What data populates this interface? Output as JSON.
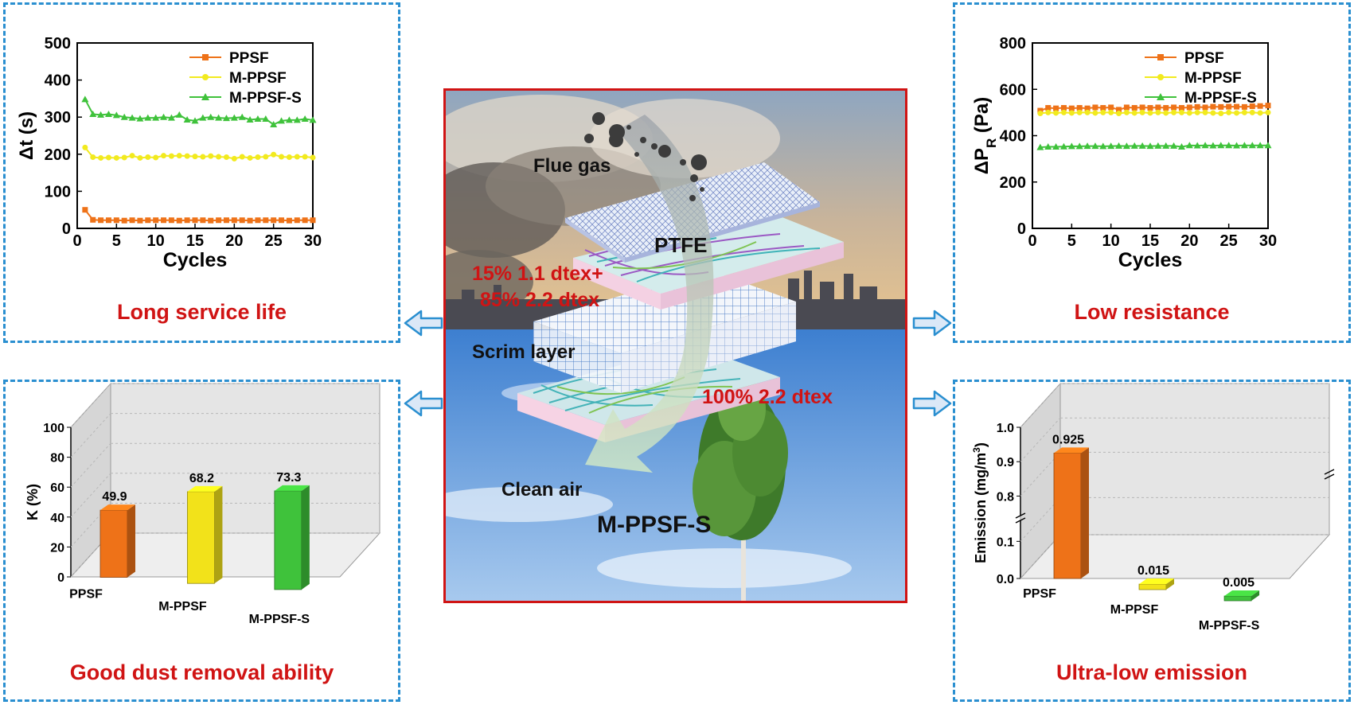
{
  "center": {
    "labels": {
      "flue_gas": "Flue gas",
      "ptfe": "PTFE",
      "mix_line1": "15% 1.1 dtex+",
      "mix_line2": "85% 2.2 dtex",
      "scrim": "Scrim layer",
      "base": "100% 2.2 dtex",
      "clean_air": "Clean air",
      "product": "M-PPSF-S"
    }
  },
  "captions": {
    "tl": "Long service life",
    "tr": "Low resistance",
    "bl": "Good dust removal ability",
    "br": "Ultra-low emission"
  },
  "colors": {
    "ppsf": "#ee7218",
    "mppsf": "#f2ea1e",
    "mppsfs": "#3fc23b",
    "accent": "#d01414",
    "border": "#2a8fd0"
  },
  "chart_data": [
    {
      "id": "dt",
      "type": "line",
      "xlabel": "Cycles",
      "ylabel": "Δt (s)",
      "xlim": [
        0,
        30
      ],
      "ylim": [
        0,
        500
      ],
      "xticks": [
        0,
        5,
        10,
        15,
        20,
        25,
        30
      ],
      "yticks": [
        0,
        100,
        200,
        300,
        400,
        500
      ],
      "legend": "top-right",
      "x": [
        1,
        2,
        3,
        4,
        5,
        6,
        7,
        8,
        9,
        10,
        11,
        12,
        13,
        14,
        15,
        16,
        17,
        18,
        19,
        20,
        21,
        22,
        23,
        24,
        25,
        26,
        27,
        28,
        29,
        30
      ],
      "series": [
        {
          "name": "PPSF",
          "marker": "square",
          "color": "#ee7218",
          "values": [
            50,
            23,
            22,
            22,
            22,
            21,
            22,
            21,
            22,
            22,
            22,
            22,
            21,
            22,
            22,
            22,
            21,
            22,
            22,
            22,
            22,
            21,
            22,
            22,
            22,
            22,
            21,
            22,
            22,
            22
          ]
        },
        {
          "name": "M-PPSF",
          "marker": "circle",
          "color": "#f2ea1e",
          "values": [
            218,
            192,
            190,
            191,
            190,
            191,
            196,
            190,
            192,
            191,
            196,
            195,
            196,
            195,
            194,
            193,
            195,
            193,
            192,
            188,
            193,
            190,
            192,
            193,
            199,
            193,
            192,
            193,
            193,
            191
          ]
        },
        {
          "name": "M-PPSF-S",
          "marker": "triangle",
          "color": "#3fc23b",
          "values": [
            348,
            308,
            306,
            308,
            305,
            300,
            298,
            296,
            298,
            298,
            300,
            298,
            306,
            293,
            290,
            298,
            300,
            298,
            297,
            298,
            300,
            293,
            295,
            295,
            280,
            290,
            292,
            292,
            295,
            292
          ]
        }
      ]
    },
    {
      "id": "dp",
      "type": "line",
      "xlabel": "Cycles",
      "ylabel": "ΔP",
      "ylabel_sub": "R",
      "ylabel_unit": " (Pa)",
      "xlim": [
        0,
        30
      ],
      "ylim": [
        0,
        800
      ],
      "xticks": [
        0,
        5,
        10,
        15,
        20,
        25,
        30
      ],
      "yticks": [
        0,
        200,
        400,
        600,
        800
      ],
      "legend": "top-right",
      "x": [
        1,
        2,
        3,
        4,
        5,
        6,
        7,
        8,
        9,
        10,
        11,
        12,
        13,
        14,
        15,
        16,
        17,
        18,
        19,
        20,
        21,
        22,
        23,
        24,
        25,
        26,
        27,
        28,
        29,
        30
      ],
      "series": [
        {
          "name": "PPSF",
          "marker": "square",
          "color": "#ee7218",
          "values": [
            508,
            520,
            518,
            520,
            518,
            520,
            518,
            522,
            520,
            522,
            512,
            522,
            520,
            522,
            520,
            522,
            520,
            522,
            520,
            522,
            524,
            522,
            525,
            524,
            525,
            525,
            524,
            527,
            528,
            530
          ]
        },
        {
          "name": "M-PPSF",
          "marker": "circle",
          "color": "#f2ea1e",
          "values": [
            496,
            500,
            498,
            500,
            498,
            500,
            500,
            498,
            500,
            500,
            496,
            500,
            498,
            500,
            498,
            500,
            498,
            500,
            500,
            498,
            500,
            500,
            498,
            496,
            500,
            498,
            500,
            500,
            498,
            500
          ]
        },
        {
          "name": "M-PPSF-S",
          "marker": "triangle",
          "color": "#3fc23b",
          "values": [
            350,
            352,
            352,
            353,
            354,
            354,
            355,
            355,
            354,
            355,
            356,
            355,
            356,
            356,
            355,
            356,
            356,
            356,
            352,
            358,
            357,
            358,
            357,
            358,
            358,
            357,
            358,
            358,
            358,
            358
          ]
        }
      ]
    },
    {
      "id": "k",
      "type": "bar",
      "ylabel": "K (%)",
      "ylim": [
        0,
        100
      ],
      "yticks": [
        0,
        20,
        40,
        60,
        80,
        100
      ],
      "categories": [
        "PPSF",
        "M-PPSF",
        "M-PPSF-S"
      ],
      "values": [
        49.9,
        68.2,
        73.3
      ],
      "value_labels": [
        "49.9",
        "68.2",
        "73.3"
      ],
      "colors": [
        "#ee7218",
        "#f2e21a",
        "#3fc23b"
      ]
    },
    {
      "id": "em",
      "type": "bar",
      "ylabel": "Emission (mg/m",
      "ylabel_sup": "3",
      "ylabel_end": ")",
      "axis_break": true,
      "yticks_lower": [
        0.0,
        0.1
      ],
      "yticks_upper": [
        0.8,
        0.9,
        1.0
      ],
      "ytick_labels": [
        "0.0",
        "0.1",
        "0.8",
        "0.9",
        "1.0"
      ],
      "categories": [
        "PPSF",
        "M-PPSF",
        "M-PPSF-S"
      ],
      "values": [
        0.925,
        0.015,
        0.005
      ],
      "value_labels": [
        "0.925",
        "0.015",
        "0.005"
      ],
      "colors": [
        "#ee7218",
        "#f2e21a",
        "#3fc23b"
      ]
    }
  ]
}
